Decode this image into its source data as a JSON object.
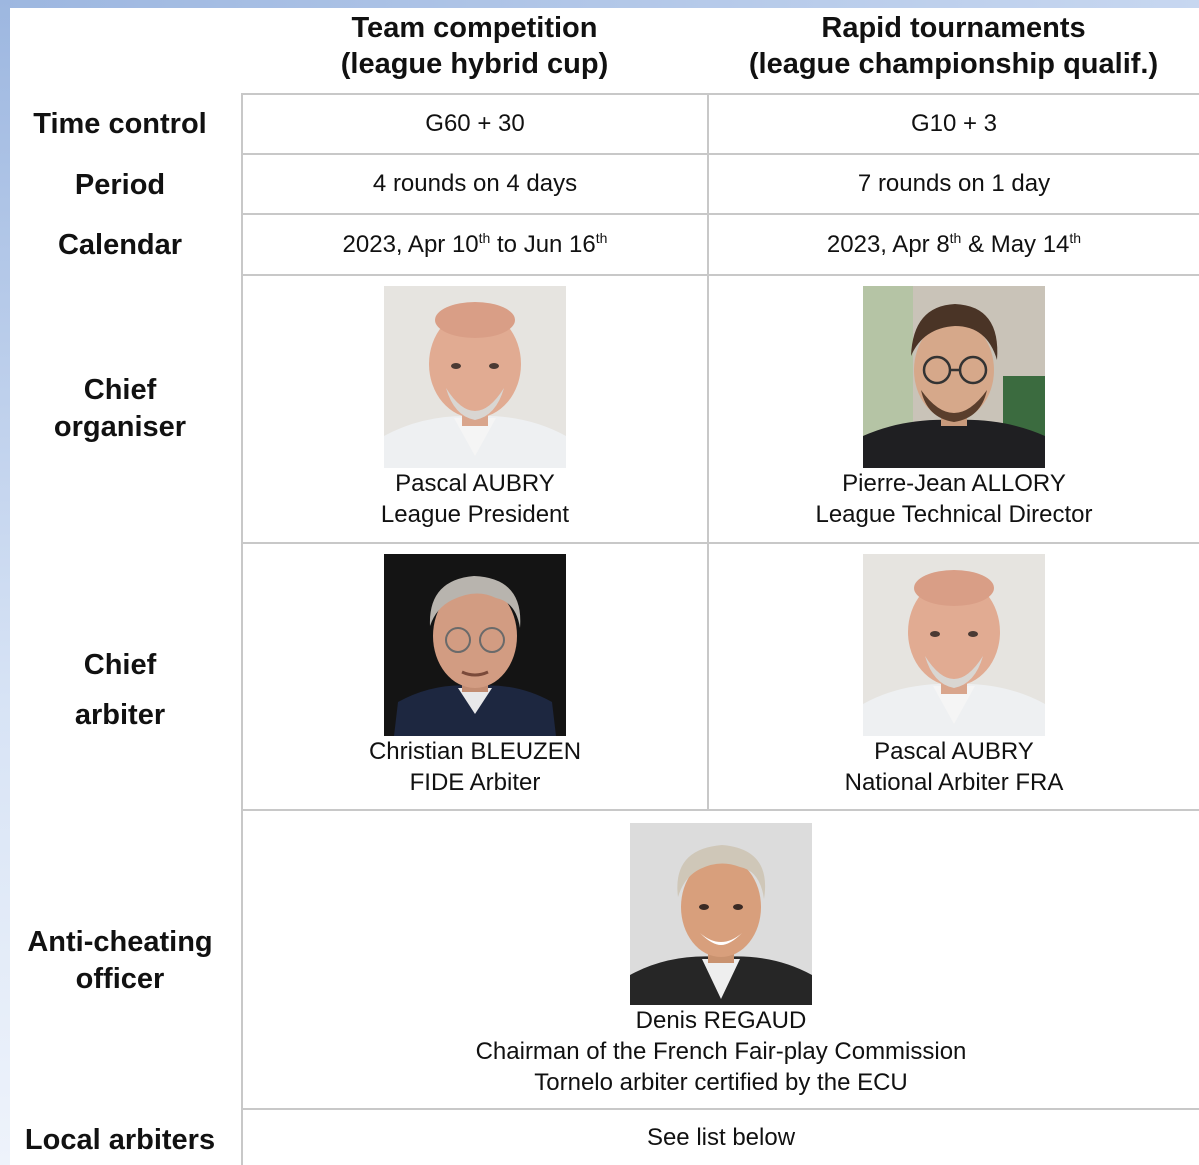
{
  "columns": {
    "team": {
      "line1": "Team competition",
      "line2": "(league hybrid cup)"
    },
    "rapid": {
      "line1": "Rapid tournaments",
      "line2": "(league championship qualif.)"
    }
  },
  "rows": {
    "time_control": {
      "label": "Time control",
      "team": "G60 + 30",
      "rapid": "G10 + 3"
    },
    "period": {
      "label": "Period",
      "team": "4 rounds on 4 days",
      "rapid": "7 rounds on 1 day"
    },
    "calendar": {
      "label": "Calendar",
      "team": {
        "a": "2023, Apr 10",
        "a_sup": "th",
        "b": " to Jun 16",
        "b_sup": "th"
      },
      "rapid": {
        "a": "2023, Apr 8",
        "a_sup": "th",
        "b": " & May 14",
        "b_sup": "th"
      }
    },
    "chief_organiser": {
      "label_line1": "Chief",
      "label_line2": "organiser",
      "team": {
        "name": "Pascal AUBRY",
        "role": "League President"
      },
      "rapid": {
        "name": "Pierre-Jean ALLORY",
        "role": "League Technical Director"
      }
    },
    "chief_arbiter": {
      "label_line1": "Chief",
      "label_line2": "arbiter",
      "team": {
        "name": "Christian BLEUZEN",
        "role": "FIDE Arbiter"
      },
      "rapid": {
        "name": "Pascal AUBRY",
        "role": "National Arbiter FRA"
      }
    },
    "anti_cheating": {
      "label_line1": "Anti-cheating",
      "label_line2": "officer",
      "name": "Denis REGAUD",
      "role1": "Chairman of the French Fair-play Commission",
      "role2": "Tornelo arbiter certified by the ECU"
    },
    "local_arbiters": {
      "label": "Local arbiters",
      "value": "See list below"
    }
  }
}
